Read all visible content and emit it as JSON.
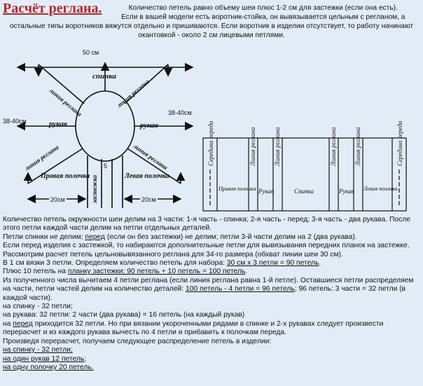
{
  "title": "Расчёт реглана.",
  "intro": {
    "line1": "Количество петель равно объему шеи плюс 1-2 см для застежки (если она есть).",
    "line2": "Если в вашей модели есть воротник-стойка, он вывязывается цельным с регланом, а остальные типы воротников вяжутся отдельно и пришиваются. Если воротник в изделии отсутствует, то работу начинают окантовкой - около 2 см лицевыми петлями."
  },
  "diagram_left": {
    "dim_top": "50 см",
    "dim_left": "38-40см",
    "dim_right": "38-40см",
    "dim_bottom": "20см",
    "dim_bottom2": "20см",
    "back": "спинка",
    "raglan_line": "линия реглана",
    "sleeve": "рукав",
    "right_front": "Правая полочка",
    "left_front": "Левая полочка",
    "placket": "застежка",
    "num": "5"
  },
  "diagram_right": {
    "front_middle": "Середина переда",
    "raglan": "Линия реглана",
    "right_front": "Правая полочка",
    "sleeve": "Рукав",
    "back": "Спинка",
    "left_front": "Левая полочка"
  },
  "body": {
    "p1": "Количество петель окружности шеи делим на 3 части: 1-я часть - спинка; 2-я часть - перед; 3-я часть - два рукава. После этого петли каждой части делим на петли отдельных деталей.",
    "p2a": "Петли спинки не делим; ",
    "p2u": "перед",
    "p2b": " (если он без застежки) не делим; петли 3-й части делим на 2 (два рукава).",
    "p3": "Если перед изделия с застежкой, то набираются дополнительные петли для вывязывания передних планок на застежке.",
    "p4": "Рассмотрим расчет петель цельновывязанного реглана для 34-го размера (обхват линии шеи 30 см).",
    "p5a": "В 1 см вязки 3 петли. Определяем количество петель для набора: ",
    "p5u": "30 см х 3 петли = 90 петель",
    "p5b": ".",
    "p6a": "Плюс 10 петель на ",
    "p6u": "планку застежки: 90 петель + 10 петель = 100 петель",
    "p6b": ".",
    "p7a": "Из полученного числа вычитаем 4 петли реглана (если линия реглана равна 1-й петле). Оставшиеся петли распределяем на части, петли частей делим на количество деталей: ",
    "p7u": "100 петель - 4 петли = 96 петель",
    "p7b": "; 96 петель: 3 части = 32 петли (в каждой части).",
    "p8": "на спинку - 32 петли;",
    "p9": "на рукава: 32 петли: 2 части (два рукава) = 16 петель (на каждый рукав)",
    "p10a": "на ",
    "p10u": "перед",
    "p10b": " приходится 32 петли. Но при вязании укороченными рядами в спинке и 2-х рукавах следует произвести перерасчет и из каждого рукава вычесть по 4 петли и прибавить к полочкам переда.",
    "p11": "Произведя перерасчет, получаем следующее распределение петель в изделии:",
    "p12": "на спинку - 32 петли;",
    "p13": "на один рукав 12 петель;",
    "p14": "на одну полочку 20 петель."
  }
}
